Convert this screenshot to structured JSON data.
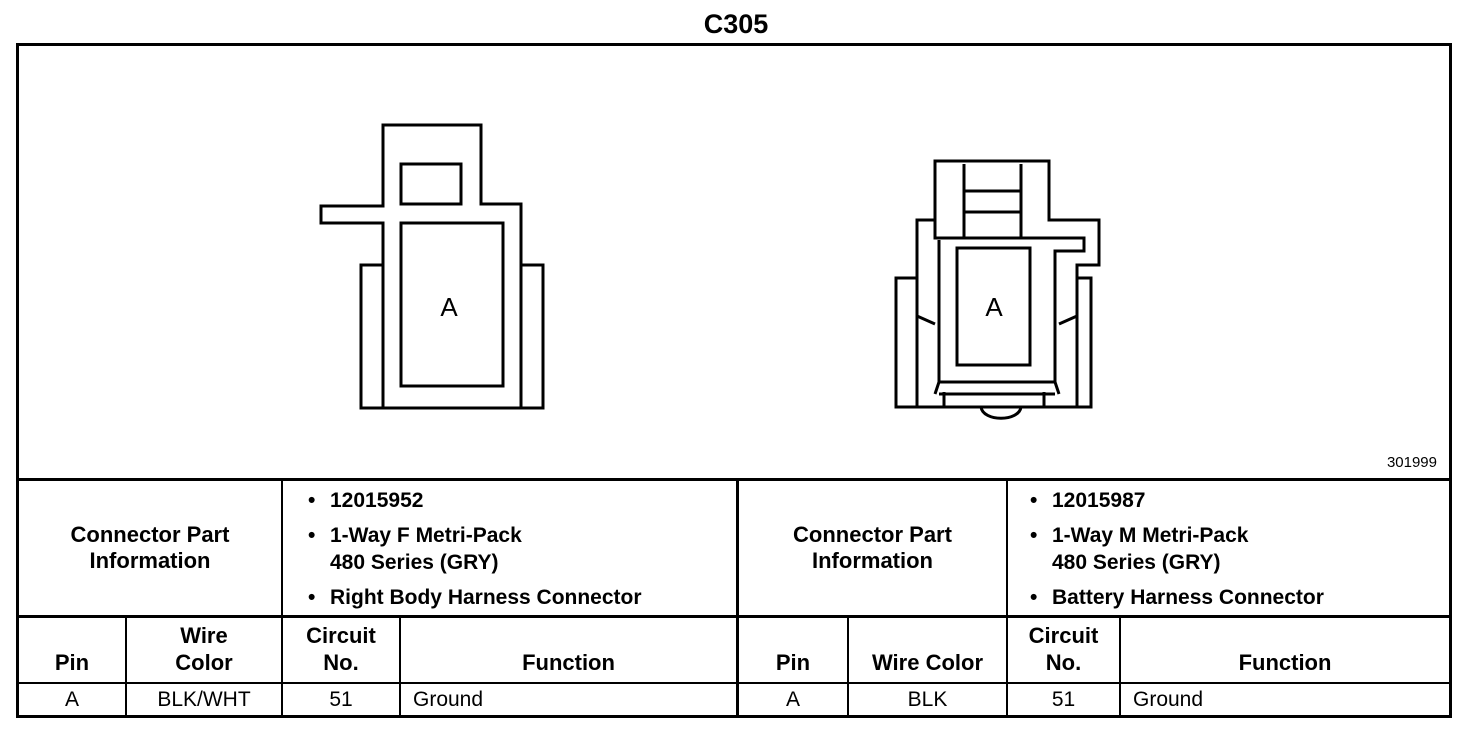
{
  "title": "C305",
  "figure_ref": "301999",
  "connectors": [
    {
      "pin_label": "A",
      "info_heading": "Connector Part Information",
      "info_items": [
        "12015952",
        "1-Way F Metri-Pack\n480 Series (GRY)",
        "Right Body Harness Connector"
      ],
      "headers": {
        "pin": "Pin",
        "wire_color": "Wire\nColor",
        "circuit": "Circuit\nNo.",
        "function": "Function"
      },
      "rows": [
        {
          "pin": "A",
          "wire_color": "BLK/WHT",
          "circuit": "51",
          "function": "Ground"
        }
      ]
    },
    {
      "pin_label": "A",
      "info_heading": "Connector Part Information",
      "info_items": [
        "12015987",
        "1-Way M Metri-Pack\n480 Series (GRY)",
        "Battery Harness Connector"
      ],
      "headers": {
        "pin": "Pin",
        "wire_color": "Wire Color",
        "circuit": "Circuit\nNo.",
        "function": "Function"
      },
      "rows": [
        {
          "pin": "A",
          "wire_color": "BLK",
          "circuit": "51",
          "function": "Ground"
        }
      ]
    }
  ]
}
